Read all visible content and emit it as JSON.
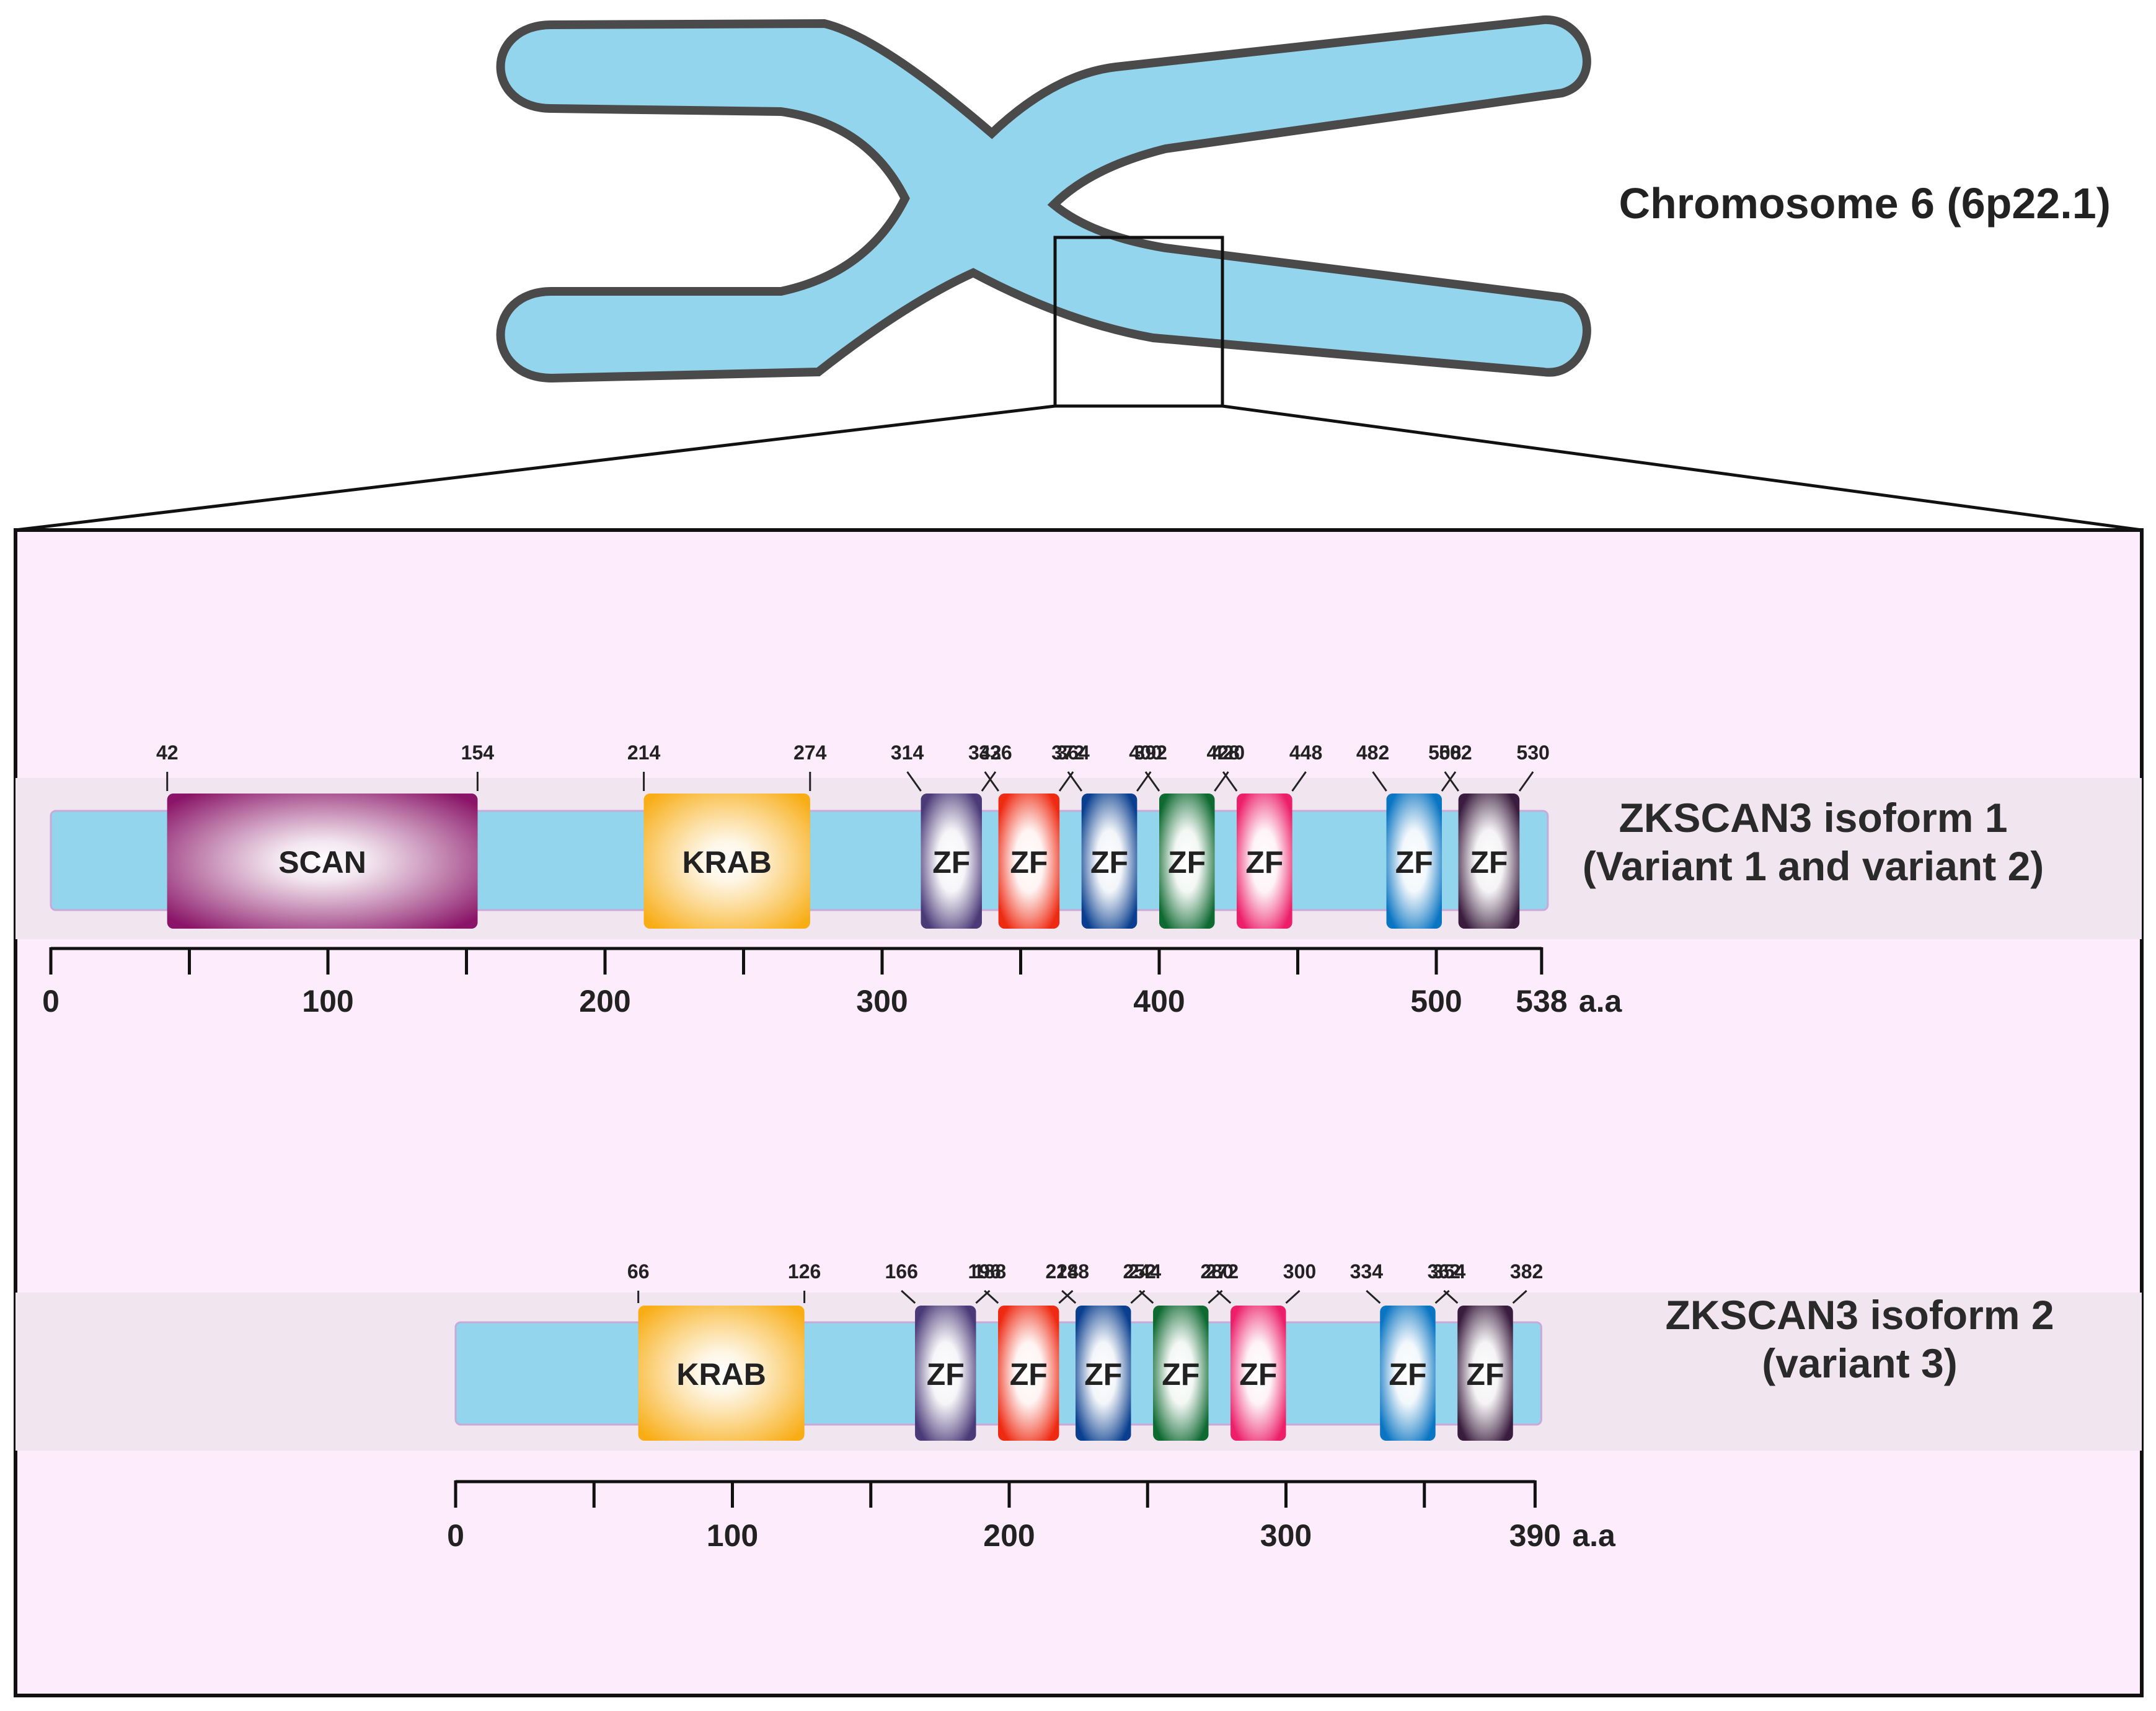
{
  "chromosome": {
    "title": "Chromosome 6 (6p22.1)",
    "body_color": "#93d5ec",
    "outline_color": "#4a4a4a",
    "band_colors": [
      "#4f5152",
      "#ff6a12",
      "#048232",
      "#c97880",
      "#ffc752",
      "#d40f4f",
      "#f7e21b",
      "#8a76a8",
      "#f0bccb",
      "#06357a"
    ]
  },
  "panel": {
    "background": "#fdecfb",
    "strip_color": "#f1e6f0",
    "backbone_color": "#93d5ec"
  },
  "isoforms": [
    {
      "id": "isoform-1",
      "title_lines": [
        "ZKSCAN3 isoform 1",
        "(Variant 1 and variant 2)"
      ],
      "length": 538,
      "unit_label": "a.a",
      "end_label": "538",
      "tick_labels": [
        "0",
        "100",
        "200",
        "300",
        "400",
        "500"
      ],
      "tick_values": [
        0,
        100,
        200,
        300,
        400,
        500
      ],
      "minor_ticks": [
        0,
        50,
        100,
        150,
        200,
        250,
        300,
        350,
        400,
        450,
        500,
        538
      ],
      "domains": [
        {
          "label": "SCAN",
          "start": 42,
          "end": 154,
          "start_label": "42",
          "end_label": "154",
          "color": "#8a1568"
        },
        {
          "label": "KRAB",
          "start": 214,
          "end": 274,
          "start_label": "214",
          "end_label": "274",
          "color": "#f8ad15"
        },
        {
          "label": "ZF",
          "start": 314,
          "end": 336,
          "start_label": "314",
          "end_label": "336",
          "color": "#4a3a78"
        },
        {
          "label": "ZF",
          "start": 342,
          "end": 364,
          "start_label": "342",
          "end_label": "364",
          "color": "#ee2a12"
        },
        {
          "label": "ZF",
          "start": 372,
          "end": 392,
          "start_label": "372",
          "end_label": "392",
          "color": "#0a3f8f"
        },
        {
          "label": "ZF",
          "start": 400,
          "end": 420,
          "start_label": "400",
          "end_label": "420",
          "color": "#0f6a32"
        },
        {
          "label": "ZF",
          "start": 428,
          "end": 448,
          "start_label": "428",
          "end_label": "448",
          "color": "#ec1f68"
        },
        {
          "label": "ZF",
          "start": 482,
          "end": 502,
          "start_label": "482",
          "end_label": "502",
          "color": "#0a75c2"
        },
        {
          "label": "ZF",
          "start": 508,
          "end": 530,
          "start_label": "508",
          "end_label": "530",
          "color": "#3a1c3e"
        }
      ]
    },
    {
      "id": "isoform-2",
      "title_lines": [
        "ZKSCAN3 isoform 2",
        "(variant 3)"
      ],
      "length": 390,
      "unit_label": "a.a",
      "end_label": "390",
      "tick_labels": [
        "0",
        "100",
        "200",
        "300"
      ],
      "tick_values": [
        0,
        100,
        200,
        300
      ],
      "minor_ticks": [
        0,
        50,
        100,
        150,
        200,
        250,
        300,
        350,
        390
      ],
      "domains": [
        {
          "label": "KRAB",
          "start": 66,
          "end": 126,
          "start_label": "66",
          "end_label": "126",
          "color": "#f8ad15"
        },
        {
          "label": "ZF",
          "start": 166,
          "end": 188,
          "start_label": "166",
          "end_label": "188",
          "color": "#4a3a78"
        },
        {
          "label": "ZF",
          "start": 196,
          "end": 218,
          "start_label": "196",
          "end_label": "188",
          "color": "#ee2a12"
        },
        {
          "label": "ZF",
          "start": 224,
          "end": 244,
          "start_label": "224",
          "end_label": "244",
          "color": "#0a3f8f"
        },
        {
          "label": "ZF",
          "start": 252,
          "end": 272,
          "start_label": "252",
          "end_label": "272",
          "color": "#0f6a32"
        },
        {
          "label": "ZF",
          "start": 280,
          "end": 300,
          "start_label": "280",
          "end_label": "300",
          "color": "#ec1f68"
        },
        {
          "label": "ZF",
          "start": 334,
          "end": 354,
          "start_label": "334",
          "end_label": "354",
          "color": "#0a75c2"
        },
        {
          "label": "ZF",
          "start": 362,
          "end": 382,
          "start_label": "362",
          "end_label": "382",
          "color": "#3a1c3e"
        }
      ]
    }
  ]
}
